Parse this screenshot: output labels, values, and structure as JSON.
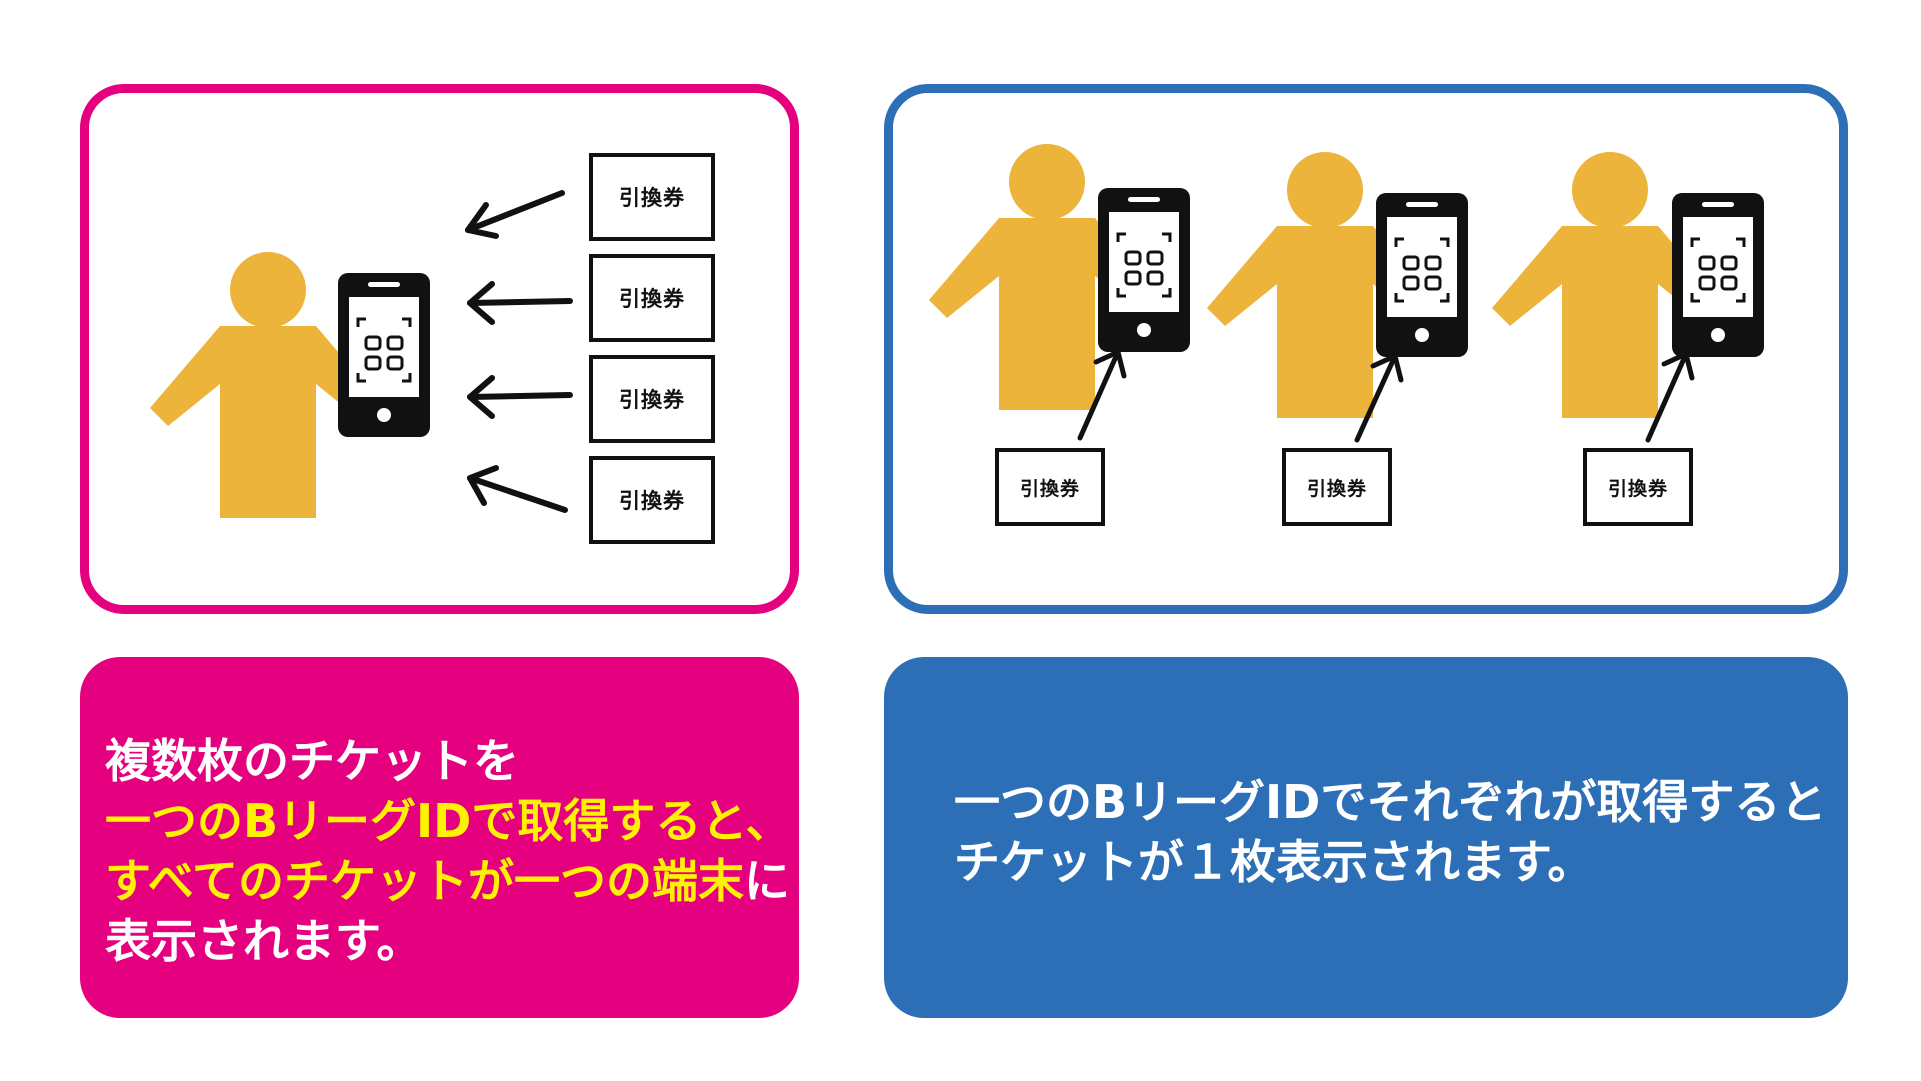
{
  "colors": {
    "magenta": "#e4007f",
    "blue": "#2c6fb6",
    "person": "#edb43b",
    "highlight": "#fff200"
  },
  "left_panel": {
    "ticket_label": "引換券",
    "caption": {
      "line1": "複数枚のチケットを",
      "line2": "一つのBリーグIDで取得すると、",
      "line3_highlight": "すべてのチケットが一つの端末",
      "line3_tail": "に",
      "line4": "表示されます。"
    }
  },
  "right_panel": {
    "ticket_label": "引換券",
    "caption": {
      "line1": "一つのBリーグIDでそれぞれが取得すると",
      "line2": "チケットが１枚表示されます。"
    }
  },
  "icons": [
    "person-icon",
    "smartphone-icon",
    "qr-code-icon",
    "arrow-icon"
  ]
}
